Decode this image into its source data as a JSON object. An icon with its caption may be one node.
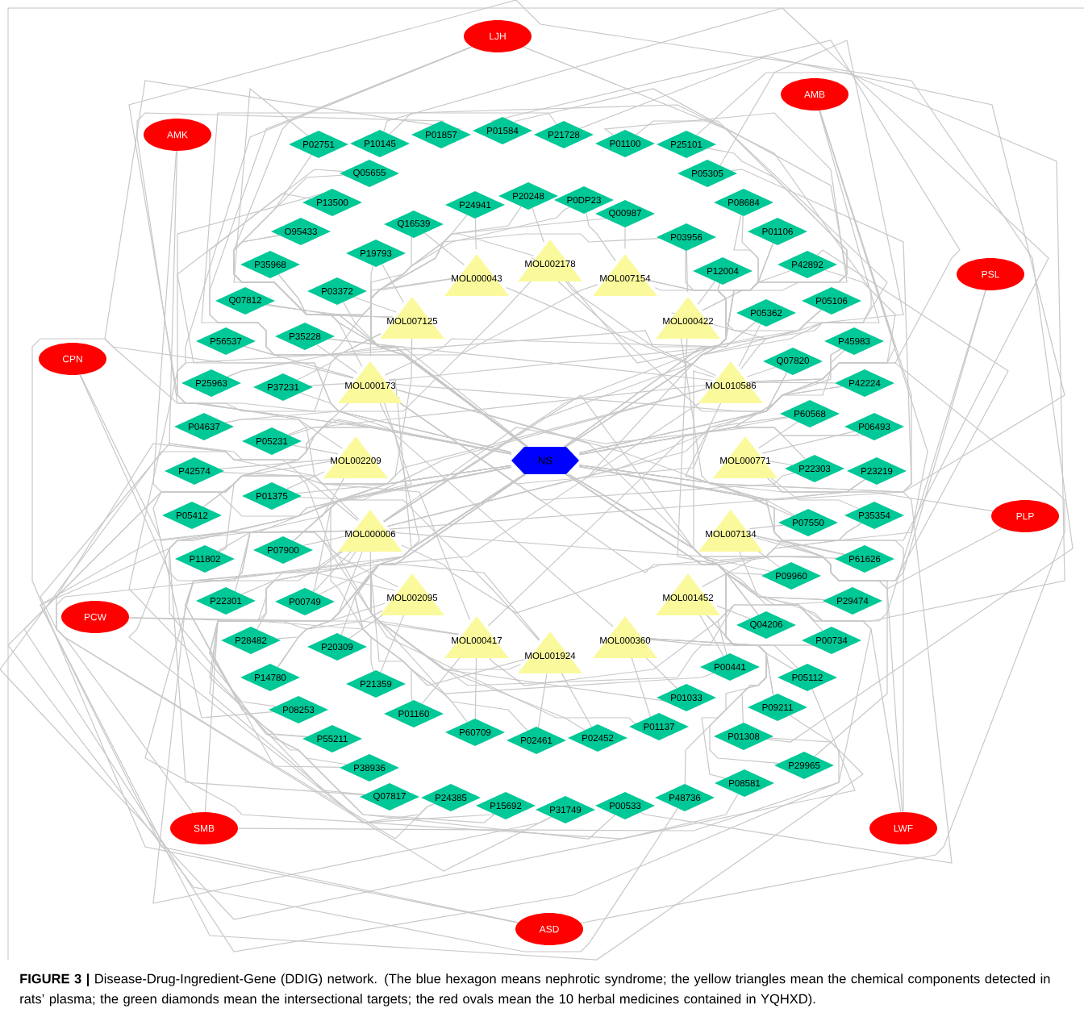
{
  "diagram": {
    "caption": "**FIGURE 3 |** Disease-Drug-Ingredient-Gene (DDIG) network. (The blue hexagon means nephrotic syndrome; the yellow triangles mean the chemical components detected in rats’ plasma; the green diamonds mean the intersectional targets; the red ovals mean the 10 herbal medicines contained in YQHXD).",
    "nodes": [
      {
        "text": [
          "LJH"
        ]
      },
      {
        "text": [
          "AMB"
        ]
      },
      {
        "text": [
          "AMK"
        ]
      },
      {
        "text": [
          "PSL"
        ]
      },
      {
        "text": [
          "CPN"
        ]
      },
      {
        "text": [
          "PLP"
        ]
      },
      {
        "text": [
          "PCW"
        ]
      },
      {
        "text": [
          "SMB"
        ]
      },
      {
        "text": [
          "LWF"
        ]
      },
      {
        "text": [
          "ASD"
        ]
      },
      {
        "text": [
          "NS"
        ]
      },
      {
        "text": [
          "MOL002178"
        ]
      },
      {
        "text": [
          "MOL000043"
        ]
      },
      {
        "text": [
          "MOL007154"
        ]
      },
      {
        "text": [
          "MOL007125"
        ]
      },
      {
        "text": [
          "MOL000422"
        ]
      },
      {
        "text": [
          "MOL000173"
        ]
      },
      {
        "text": [
          "MOL010586"
        ]
      },
      {
        "text": [
          "MOL002209"
        ]
      },
      {
        "text": [
          "MOL000771"
        ]
      },
      {
        "text": [
          "MOL000006"
        ]
      },
      {
        "text": [
          "MOL007134"
        ]
      },
      {
        "text": [
          "MOL002095"
        ]
      },
      {
        "text": [
          "MOL001452"
        ]
      },
      {
        "text": [
          "MOL000417"
        ]
      },
      {
        "text": [
          "MOL000360"
        ]
      },
      {
        "text": [
          "MOL001924"
        ]
      },
      {
        "text": [
          "Q05655"
        ]
      },
      {
        "text": [
          "P02751"
        ]
      },
      {
        "text": [
          "P10145"
        ]
      },
      {
        "text": [
          "P01857"
        ]
      },
      {
        "text": [
          "P01584"
        ]
      },
      {
        "text": [
          "P21728"
        ]
      },
      {
        "text": [
          "P01100"
        ]
      },
      {
        "text": [
          "P25101"
        ]
      },
      {
        "text": [
          "P05305"
        ]
      },
      {
        "text": [
          "P08684"
        ]
      },
      {
        "text": [
          "P01106"
        ]
      },
      {
        "text": [
          "P42892"
        ]
      },
      {
        "text": [
          "P05106"
        ]
      },
      {
        "text": [
          "P45983"
        ]
      },
      {
        "text": [
          "P42224"
        ]
      },
      {
        "text": [
          "P06493"
        ]
      },
      {
        "text": [
          "P23219"
        ]
      },
      {
        "text": [
          "P35354"
        ]
      },
      {
        "text": [
          "P61626"
        ]
      },
      {
        "text": [
          "P29474"
        ]
      },
      {
        "text": [
          "P00734"
        ]
      },
      {
        "text": [
          "P05112"
        ]
      },
      {
        "text": [
          "P09211"
        ]
      },
      {
        "text": [
          "P01308"
        ]
      },
      {
        "text": [
          "P29965"
        ]
      },
      {
        "text": [
          "P08581"
        ]
      },
      {
        "text": [
          "P48736"
        ]
      },
      {
        "text": [
          "P00533"
        ]
      },
      {
        "text": [
          "P31749"
        ]
      },
      {
        "text": [
          "P15692"
        ]
      },
      {
        "text": [
          "P24385"
        ]
      },
      {
        "text": [
          "Q07817"
        ]
      },
      {
        "text": [
          "P38936"
        ]
      },
      {
        "text": [
          "P55211"
        ]
      },
      {
        "text": [
          "P08253"
        ]
      },
      {
        "text": [
          "P14780"
        ]
      },
      {
        "text": [
          "P28482"
        ]
      },
      {
        "text": [
          "P22301"
        ]
      },
      {
        "text": [
          "P11802"
        ]
      },
      {
        "text": [
          "P05412"
        ]
      },
      {
        "text": [
          "P42574"
        ]
      },
      {
        "text": [
          "P04637"
        ]
      },
      {
        "text": [
          "P25963"
        ]
      },
      {
        "text": [
          "P56537"
        ]
      },
      {
        "text": [
          "Q07812"
        ]
      },
      {
        "text": [
          "P35968"
        ]
      },
      {
        "text": [
          "O95433"
        ]
      },
      {
        "text": [
          "P13500"
        ]
      },
      {
        "text": [
          "P24941"
        ]
      },
      {
        "text": [
          "P20248"
        ]
      },
      {
        "text": [
          "P0DP23"
        ]
      },
      {
        "text": [
          "Q00987"
        ]
      },
      {
        "text": [
          "P03956"
        ]
      },
      {
        "text": [
          "P12004"
        ]
      },
      {
        "text": [
          "P05362"
        ]
      },
      {
        "text": [
          "Q07820"
        ]
      },
      {
        "text": [
          "P60568"
        ]
      },
      {
        "text": [
          "P22303"
        ]
      },
      {
        "text": [
          "P07550"
        ]
      },
      {
        "text": [
          "P09960"
        ]
      },
      {
        "text": [
          "Q04206"
        ]
      },
      {
        "text": [
          "P00441"
        ]
      },
      {
        "text": [
          "P01033"
        ]
      },
      {
        "text": [
          "P01137"
        ]
      },
      {
        "text": [
          "P02452"
        ]
      },
      {
        "text": [
          "P02461"
        ]
      },
      {
        "text": [
          "P60709"
        ]
      },
      {
        "text": [
          "P01160"
        ]
      },
      {
        "text": [
          "P21359"
        ]
      },
      {
        "text": [
          "P20309"
        ]
      },
      {
        "text": [
          "P00749"
        ]
      },
      {
        "text": [
          "P07900"
        ]
      },
      {
        "text": [
          "P01375"
        ]
      },
      {
        "text": [
          "P05231"
        ]
      },
      {
        "text": [
          "P37231"
        ]
      },
      {
        "text": [
          "P35228"
        ]
      },
      {
        "text": [
          "P03372"
        ]
      },
      {
        "text": [
          "P19793"
        ]
      },
      {
        "text": [
          "Q16539"
        ]
      }
    ],
    "edges": [
      {
        "from": 0,
        "to": 12,
        "arrow": "none"
      },
      {
        "from": 0,
        "to": 11,
        "arrow": "none"
      },
      {
        "from": 0,
        "to": 13,
        "arrow": "none"
      },
      {
        "from": 0,
        "to": 14,
        "arrow": "none"
      },
      {
        "from": 1,
        "to": 11,
        "arrow": "none"
      },
      {
        "from": 1,
        "to": 13,
        "arrow": "none"
      },
      {
        "from": 1,
        "to": 15,
        "arrow": "none"
      },
      {
        "from": 1,
        "to": 17,
        "arrow": "none"
      },
      {
        "from": 2,
        "to": 16,
        "arrow": "none"
      },
      {
        "from": 2,
        "to": 14,
        "arrow": "none"
      },
      {
        "from": 3,
        "to": 17,
        "arrow": "none"
      },
      {
        "from": 3,
        "to": 15,
        "arrow": "none"
      },
      {
        "from": 4,
        "to": 16,
        "arrow": "none"
      },
      {
        "from": 4,
        "to": 18,
        "arrow": "none"
      },
      {
        "from": 5,
        "to": 19,
        "arrow": "none"
      },
      {
        "from": 5,
        "to": 21,
        "arrow": "none"
      },
      {
        "from": 6,
        "to": 20,
        "arrow": "none"
      },
      {
        "from": 6,
        "to": 16,
        "arrow": "none"
      },
      {
        "from": 7,
        "to": 20,
        "arrow": "none"
      },
      {
        "from": 7,
        "to": 22,
        "arrow": "none"
      },
      {
        "from": 7,
        "to": 24,
        "arrow": "none"
      },
      {
        "from": 8,
        "to": 23,
        "arrow": "none"
      },
      {
        "from": 8,
        "to": 25,
        "arrow": "none"
      },
      {
        "from": 8,
        "to": 21,
        "arrow": "none"
      },
      {
        "from": 9,
        "to": 26,
        "arrow": "none"
      },
      {
        "from": 9,
        "to": 24,
        "arrow": "none"
      },
      {
        "from": 9,
        "to": 25,
        "arrow": "none"
      },
      {
        "from": 14,
        "to": 27,
        "arrow": "none"
      },
      {
        "from": 12,
        "to": 28,
        "arrow": "none"
      },
      {
        "from": 12,
        "to": 29,
        "arrow": "none"
      },
      {
        "from": 11,
        "to": 30,
        "arrow": "none"
      },
      {
        "from": 11,
        "to": 31,
        "arrow": "none"
      },
      {
        "from": 11,
        "to": 32,
        "arrow": "none"
      },
      {
        "from": 13,
        "to": 33,
        "arrow": "none"
      },
      {
        "from": 13,
        "to": 34,
        "arrow": "none"
      },
      {
        "from": 15,
        "to": 35,
        "arrow": "none"
      },
      {
        "from": 15,
        "to": 36,
        "arrow": "none"
      },
      {
        "from": 15,
        "to": 37,
        "arrow": "none"
      },
      {
        "from": 17,
        "to": 38,
        "arrow": "none"
      },
      {
        "from": 17,
        "to": 39,
        "arrow": "none"
      },
      {
        "from": 17,
        "to": 40,
        "arrow": "none"
      },
      {
        "from": 17,
        "to": 41,
        "arrow": "none"
      },
      {
        "from": 19,
        "to": 42,
        "arrow": "none"
      },
      {
        "from": 19,
        "to": 43,
        "arrow": "none"
      },
      {
        "from": 19,
        "to": 44,
        "arrow": "none"
      },
      {
        "from": 21,
        "to": 45,
        "arrow": "none"
      },
      {
        "from": 21,
        "to": 46,
        "arrow": "none"
      },
      {
        "from": 23,
        "to": 47,
        "arrow": "none"
      },
      {
        "from": 23,
        "to": 48,
        "arrow": "none"
      },
      {
        "from": 23,
        "to": 49,
        "arrow": "none"
      },
      {
        "from": 25,
        "to": 50,
        "arrow": "none"
      },
      {
        "from": 25,
        "to": 51,
        "arrow": "none"
      },
      {
        "from": 25,
        "to": 52,
        "arrow": "none"
      },
      {
        "from": 26,
        "to": 53,
        "arrow": "none"
      },
      {
        "from": 26,
        "to": 54,
        "arrow": "none"
      },
      {
        "from": 26,
        "to": 55,
        "arrow": "none"
      },
      {
        "from": 24,
        "to": 56,
        "arrow": "none"
      },
      {
        "from": 24,
        "to": 57,
        "arrow": "none"
      },
      {
        "from": 24,
        "to": 58,
        "arrow": "none"
      },
      {
        "from": 22,
        "to": 59,
        "arrow": "none"
      },
      {
        "from": 22,
        "to": 60,
        "arrow": "none"
      },
      {
        "from": 22,
        "to": 61,
        "arrow": "none"
      },
      {
        "from": 20,
        "to": 62,
        "arrow": "none"
      },
      {
        "from": 20,
        "to": 63,
        "arrow": "none"
      },
      {
        "from": 20,
        "to": 64,
        "arrow": "none"
      },
      {
        "from": 20,
        "to": 65,
        "arrow": "none"
      },
      {
        "from": 18,
        "to": 66,
        "arrow": "none"
      },
      {
        "from": 18,
        "to": 67,
        "arrow": "none"
      },
      {
        "from": 18,
        "to": 68,
        "arrow": "none"
      },
      {
        "from": 16,
        "to": 69,
        "arrow": "none"
      },
      {
        "from": 16,
        "to": 70,
        "arrow": "none"
      },
      {
        "from": 16,
        "to": 71,
        "arrow": "none"
      },
      {
        "from": 14,
        "to": 72,
        "arrow": "none"
      },
      {
        "from": 14,
        "to": 73,
        "arrow": "none"
      },
      {
        "from": 14,
        "to": 74,
        "arrow": "none"
      },
      {
        "from": 12,
        "to": 75,
        "arrow": "none"
      },
      {
        "from": 11,
        "to": 76,
        "arrow": "none"
      },
      {
        "from": 13,
        "to": 77,
        "arrow": "none"
      },
      {
        "from": 13,
        "to": 78,
        "arrow": "none"
      },
      {
        "from": 15,
        "to": 79,
        "arrow": "none"
      },
      {
        "from": 15,
        "to": 80,
        "arrow": "none"
      },
      {
        "from": 17,
        "to": 81,
        "arrow": "none"
      },
      {
        "from": 17,
        "to": 82,
        "arrow": "none"
      },
      {
        "from": 19,
        "to": 83,
        "arrow": "none"
      },
      {
        "from": 19,
        "to": 84,
        "arrow": "none"
      },
      {
        "from": 21,
        "to": 85,
        "arrow": "none"
      },
      {
        "from": 21,
        "to": 86,
        "arrow": "none"
      },
      {
        "from": 23,
        "to": 87,
        "arrow": "none"
      },
      {
        "from": 23,
        "to": 88,
        "arrow": "none"
      },
      {
        "from": 25,
        "to": 89,
        "arrow": "none"
      },
      {
        "from": 25,
        "to": 90,
        "arrow": "none"
      },
      {
        "from": 26,
        "to": 91,
        "arrow": "none"
      },
      {
        "from": 26,
        "to": 92,
        "arrow": "none"
      },
      {
        "from": 24,
        "to": 93,
        "arrow": "none"
      },
      {
        "from": 24,
        "to": 94,
        "arrow": "none"
      },
      {
        "from": 22,
        "to": 95,
        "arrow": "none"
      },
      {
        "from": 22,
        "to": 96,
        "arrow": "none"
      },
      {
        "from": 20,
        "to": 97,
        "arrow": "none"
      },
      {
        "from": 20,
        "to": 98,
        "arrow": "none"
      },
      {
        "from": 18,
        "to": 99,
        "arrow": "none"
      },
      {
        "from": 18,
        "to": 100,
        "arrow": "none"
      },
      {
        "from": 16,
        "to": 101,
        "arrow": "none"
      },
      {
        "from": 16,
        "to": 102,
        "arrow": "none"
      },
      {
        "from": 14,
        "to": 103,
        "arrow": "none"
      },
      {
        "from": 14,
        "to": 104,
        "arrow": "none"
      },
      {
        "from": 12,
        "to": 105,
        "arrow": "none"
      },
      {
        "from": 20,
        "to": 37,
        "arrow": "none"
      },
      {
        "from": 20,
        "to": 38,
        "arrow": "none"
      },
      {
        "from": 20,
        "to": 39,
        "arrow": "none"
      },
      {
        "from": 20,
        "to": 40,
        "arrow": "none"
      },
      {
        "from": 20,
        "to": 41,
        "arrow": "none"
      },
      {
        "from": 20,
        "to": 42,
        "arrow": "none"
      },
      {
        "from": 20,
        "to": 43,
        "arrow": "none"
      },
      {
        "from": 20,
        "to": 44,
        "arrow": "none"
      },
      {
        "from": 20,
        "to": 45,
        "arrow": "none"
      },
      {
        "from": 20,
        "to": 46,
        "arrow": "none"
      },
      {
        "from": 20,
        "to": 47,
        "arrow": "none"
      },
      {
        "from": 20,
        "to": 48,
        "arrow": "none"
      },
      {
        "from": 20,
        "to": 49,
        "arrow": "none"
      },
      {
        "from": 20,
        "to": 50,
        "arrow": "none"
      },
      {
        "from": 16,
        "to": 79,
        "arrow": "none"
      },
      {
        "from": 16,
        "to": 80,
        "arrow": "none"
      },
      {
        "from": 16,
        "to": 81,
        "arrow": "none"
      },
      {
        "from": 16,
        "to": 82,
        "arrow": "none"
      },
      {
        "from": 16,
        "to": 83,
        "arrow": "none"
      },
      {
        "from": 16,
        "to": 84,
        "arrow": "none"
      },
      {
        "from": 16,
        "to": 85,
        "arrow": "none"
      },
      {
        "from": 16,
        "to": 86,
        "arrow": "none"
      },
      {
        "from": 16,
        "to": 87,
        "arrow": "none"
      },
      {
        "from": 16,
        "to": 88,
        "arrow": "none"
      },
      {
        "from": 17,
        "to": 97,
        "arrow": "none"
      },
      {
        "from": 17,
        "to": 98,
        "arrow": "none"
      },
      {
        "from": 17,
        "to": 99,
        "arrow": "none"
      },
      {
        "from": 17,
        "to": 100,
        "arrow": "none"
      },
      {
        "from": 17,
        "to": 101,
        "arrow": "none"
      },
      {
        "from": 17,
        "to": 102,
        "arrow": "none"
      },
      {
        "from": 10,
        "to": 27,
        "arrow": "none"
      },
      {
        "from": 10,
        "to": 28,
        "arrow": "none"
      },
      {
        "from": 10,
        "to": 29,
        "arrow": "none"
      },
      {
        "from": 10,
        "to": 30,
        "arrow": "none"
      },
      {
        "from": 10,
        "to": 31,
        "arrow": "none"
      },
      {
        "from": 10,
        "to": 32,
        "arrow": "none"
      },
      {
        "from": 10,
        "to": 33,
        "arrow": "none"
      },
      {
        "from": 10,
        "to": 34,
        "arrow": "none"
      },
      {
        "from": 10,
        "to": 35,
        "arrow": "none"
      },
      {
        "from": 10,
        "to": 36,
        "arrow": "none"
      },
      {
        "from": 10,
        "to": 37,
        "arrow": "none"
      },
      {
        "from": 10,
        "to": 38,
        "arrow": "none"
      },
      {
        "from": 10,
        "to": 39,
        "arrow": "none"
      },
      {
        "from": 10,
        "to": 40,
        "arrow": "none"
      },
      {
        "from": 10,
        "to": 41,
        "arrow": "none"
      },
      {
        "from": 10,
        "to": 42,
        "arrow": "none"
      },
      {
        "from": 10,
        "to": 43,
        "arrow": "none"
      },
      {
        "from": 10,
        "to": 44,
        "arrow": "none"
      },
      {
        "from": 10,
        "to": 45,
        "arrow": "none"
      },
      {
        "from": 10,
        "to": 46,
        "arrow": "none"
      },
      {
        "from": 10,
        "to": 47,
        "arrow": "none"
      },
      {
        "from": 10,
        "to": 48,
        "arrow": "none"
      },
      {
        "from": 10,
        "to": 49,
        "arrow": "none"
      },
      {
        "from": 10,
        "to": 50,
        "arrow": "none"
      },
      {
        "from": 10,
        "to": 51,
        "arrow": "none"
      },
      {
        "from": 10,
        "to": 52,
        "arrow": "none"
      },
      {
        "from": 10,
        "to": 53,
        "arrow": "none"
      },
      {
        "from": 10,
        "to": 54,
        "arrow": "none"
      },
      {
        "from": 10,
        "to": 55,
        "arrow": "none"
      },
      {
        "from": 10,
        "to": 56,
        "arrow": "none"
      },
      {
        "from": 10,
        "to": 57,
        "arrow": "none"
      },
      {
        "from": 10,
        "to": 58,
        "arrow": "none"
      },
      {
        "from": 10,
        "to": 59,
        "arrow": "none"
      },
      {
        "from": 10,
        "to": 60,
        "arrow": "none"
      },
      {
        "from": 10,
        "to": 61,
        "arrow": "none"
      },
      {
        "from": 10,
        "to": 62,
        "arrow": "none"
      },
      {
        "from": 10,
        "to": 63,
        "arrow": "none"
      },
      {
        "from": 10,
        "to": 64,
        "arrow": "none"
      },
      {
        "from": 10,
        "to": 65,
        "arrow": "none"
      },
      {
        "from": 10,
        "to": 66,
        "arrow": "none"
      },
      {
        "from": 10,
        "to": 67,
        "arrow": "none"
      },
      {
        "from": 10,
        "to": 68,
        "arrow": "none"
      },
      {
        "from": 10,
        "to": 69,
        "arrow": "none"
      },
      {
        "from": 10,
        "to": 70,
        "arrow": "none"
      },
      {
        "from": 10,
        "to": 71,
        "arrow": "none"
      },
      {
        "from": 10,
        "to": 72,
        "arrow": "none"
      },
      {
        "from": 10,
        "to": 73,
        "arrow": "none"
      },
      {
        "from": 10,
        "to": 74,
        "arrow": "none"
      },
      {
        "from": 10,
        "to": 75,
        "arrow": "none"
      },
      {
        "from": 10,
        "to": 76,
        "arrow": "none"
      },
      {
        "from": 10,
        "to": 77,
        "arrow": "none"
      },
      {
        "from": 10,
        "to": 78,
        "arrow": "none"
      },
      {
        "from": 10,
        "to": 79,
        "arrow": "none"
      },
      {
        "from": 10,
        "to": 80,
        "arrow": "none"
      },
      {
        "from": 10,
        "to": 81,
        "arrow": "none"
      },
      {
        "from": 10,
        "to": 82,
        "arrow": "none"
      },
      {
        "from": 10,
        "to": 83,
        "arrow": "none"
      },
      {
        "from": 10,
        "to": 84,
        "arrow": "none"
      },
      {
        "from": 10,
        "to": 85,
        "arrow": "none"
      },
      {
        "from": 10,
        "to": 86,
        "arrow": "none"
      },
      {
        "from": 10,
        "to": 87,
        "arrow": "none"
      },
      {
        "from": 10,
        "to": 88,
        "arrow": "none"
      },
      {
        "from": 10,
        "to": 89,
        "arrow": "none"
      },
      {
        "from": 10,
        "to": 90,
        "arrow": "none"
      },
      {
        "from": 10,
        "to": 91,
        "arrow": "none"
      },
      {
        "from": 10,
        "to": 92,
        "arrow": "none"
      },
      {
        "from": 10,
        "to": 93,
        "arrow": "none"
      },
      {
        "from": 10,
        "to": 94,
        "arrow": "none"
      },
      {
        "from": 10,
        "to": 95,
        "arrow": "none"
      },
      {
        "from": 10,
        "to": 96,
        "arrow": "none"
      },
      {
        "from": 10,
        "to": 97,
        "arrow": "none"
      },
      {
        "from": 10,
        "to": 98,
        "arrow": "none"
      },
      {
        "from": 10,
        "to": 99,
        "arrow": "none"
      },
      {
        "from": 10,
        "to": 100,
        "arrow": "none"
      },
      {
        "from": 10,
        "to": 101,
        "arrow": "none"
      },
      {
        "from": 10,
        "to": 102,
        "arrow": "none"
      },
      {
        "from": 10,
        "to": 103,
        "arrow": "none"
      },
      {
        "from": 10,
        "to": 104,
        "arrow": "none"
      },
      {
        "from": 10,
        "to": 105,
        "arrow": "none"
      }
    ]
  }
}
